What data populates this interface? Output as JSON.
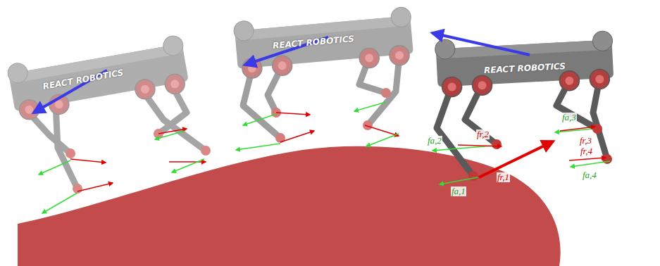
{
  "diagram": {
    "labels": [
      "REACT ROBOTICS",
      "REACT ROBOTICS",
      "REACT ROBOTICS",
      "fa,2",
      "fr,2",
      "fa,3",
      "fr,3",
      "fr,1",
      "fr,4",
      "fa,1",
      "fa,4"
    ]
  }
}
